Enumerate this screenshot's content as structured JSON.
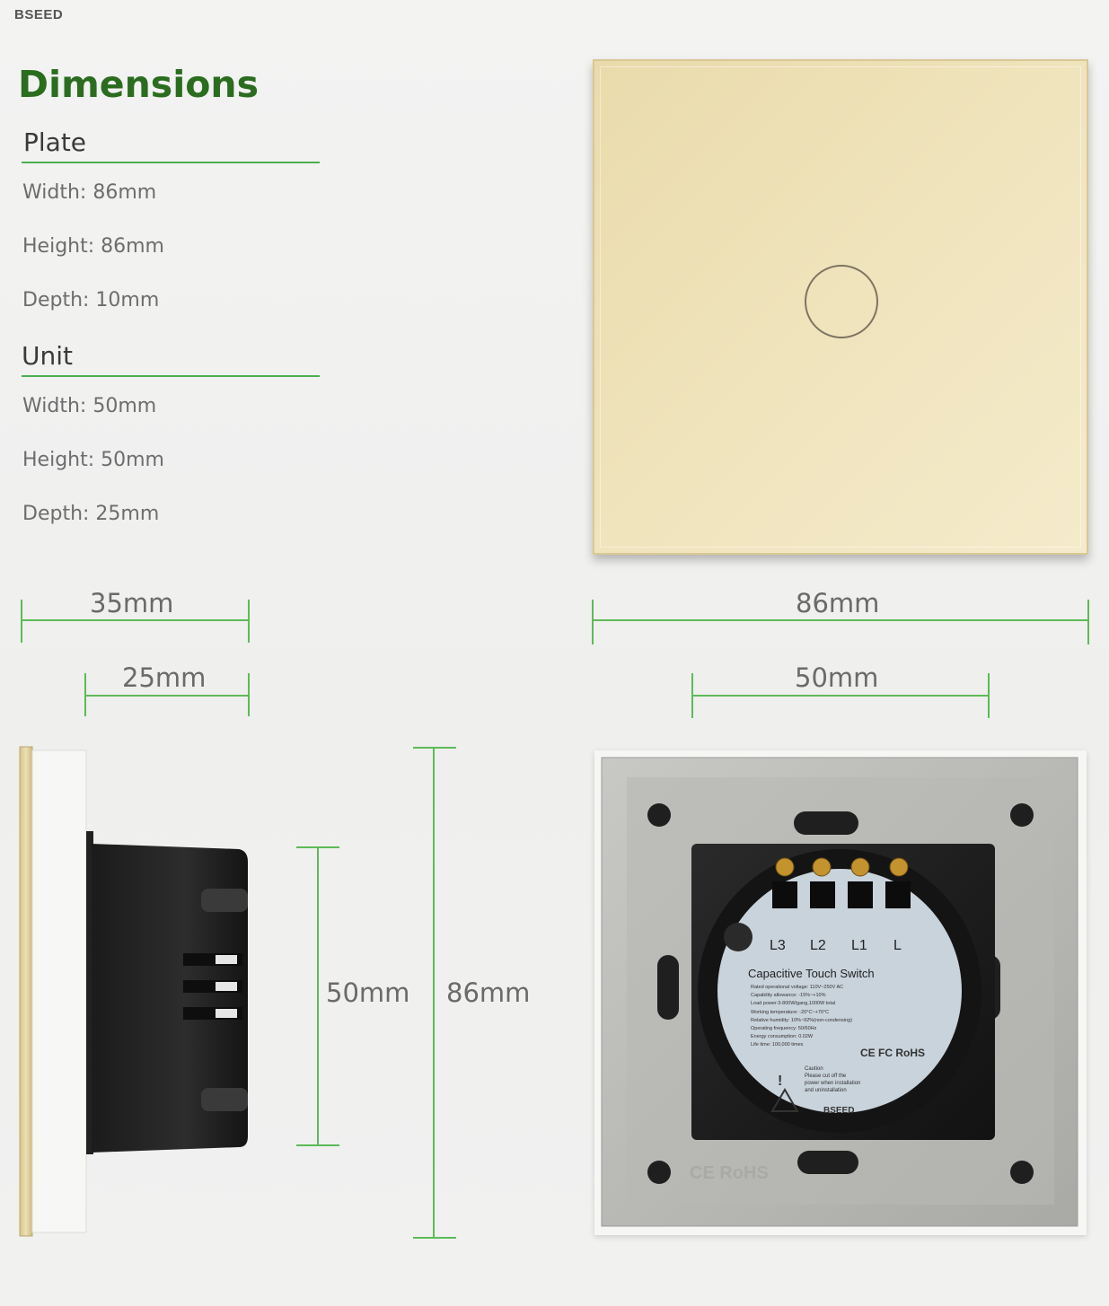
{
  "brand": "BSEED",
  "heading": "Dimensions",
  "plate": {
    "title": "Plate",
    "width": "Width: 86mm",
    "height": "Height: 86mm",
    "depth": "Depth: 10mm"
  },
  "unit": {
    "title": "Unit",
    "width": "Width: 50mm",
    "height": "Height: 50mm",
    "depth": "Depth: 25mm"
  },
  "dims": {
    "side_total": "35mm",
    "side_unit": "25mm",
    "front_width": "86mm",
    "back_width": "50mm",
    "unit_height": "50mm",
    "plate_height": "86mm"
  },
  "label": {
    "terminals": [
      "L3",
      "L2",
      "L1",
      "L"
    ],
    "title": "Capacitive Touch Switch",
    "specs": [
      "Rated operational voltage: 110V~250V AC",
      "Capability allowance: -15%~+10%",
      "Load power:3-800W/gang,1000W total",
      "Working temperature: -20°C~+70°C",
      "Relative humidity: 10%~92%(non-condensing)",
      "Operating frequency: 50/60Hz",
      "Energy consumption: 0.02W",
      "Life time: 100,000 times"
    ],
    "marks": "CE FC RoHS",
    "caution": [
      "Caution",
      "Please cut off the",
      "power when installation",
      "and uninstallation"
    ],
    "brand": "BSEED",
    "embossed": "CE RoHS"
  },
  "colors": {
    "accent_green": "#2b6d1e",
    "line_green": "#5dbb57",
    "plate_gold": "#efe3bb",
    "housing_grey": "#b9b9b6"
  }
}
